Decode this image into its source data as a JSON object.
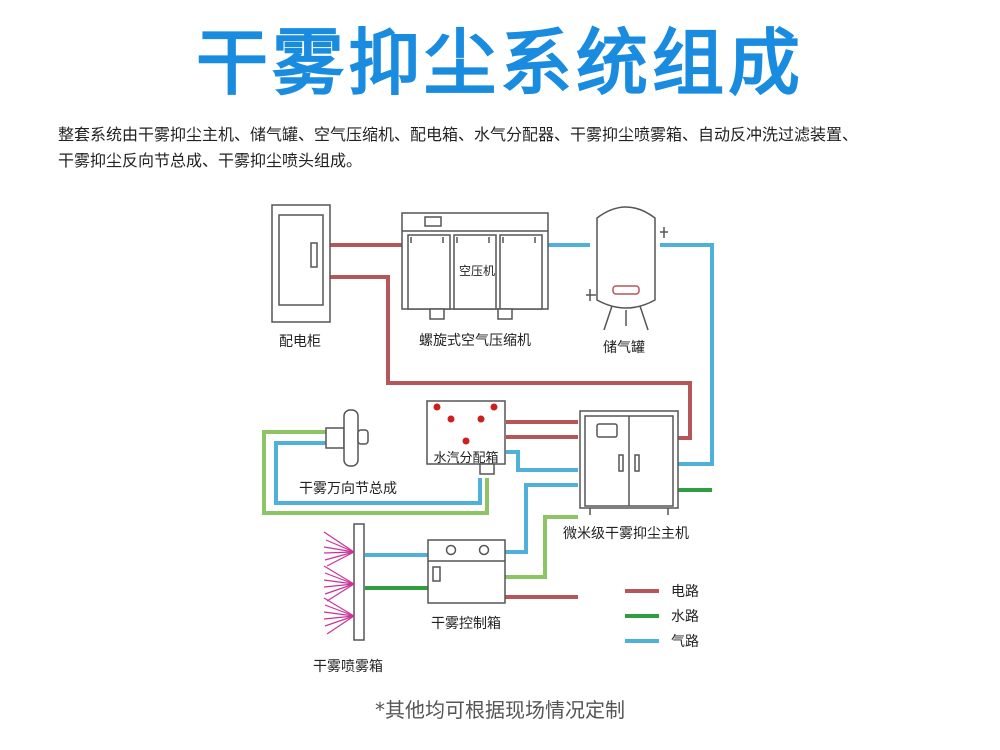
{
  "title": "干雾抑尘系统组成",
  "intro_lines": [
    "整套系统由干雾抑尘主机、储气罐、空气压缩机、配电箱、水气分配器、干雾抑尘喷雾箱、自动反冲洗过滤装置、",
    "干雾抑尘反向节总成、干雾抑尘喷头组成。"
  ],
  "components": {
    "cabinet": "配电柜",
    "compressor": "螺旋式空气压缩机",
    "compressor_badge": "空压机",
    "tank": "储气罐",
    "distributor": "水汽分配箱",
    "universal_joint": "干雾万向节总成",
    "host": "微米级干雾抑尘主机",
    "control_box": "干雾控制箱",
    "spray_box": "干雾喷雾箱"
  },
  "legend": [
    {
      "label": "电路",
      "color": "#b5565a"
    },
    {
      "label": "水路",
      "color": "#2f9e41"
    },
    {
      "label": "气路",
      "color": "#4fb0d9"
    }
  ],
  "colors": {
    "title": "#1a8ce0",
    "power": "#b5565a",
    "water": "#2f9e41",
    "air": "#4fb0d9",
    "water_soft": "#8dc465",
    "outline": "#555555",
    "spray": "#cc3399",
    "valve_red": "#cc1f1f"
  },
  "footnote": "*其他均可根据现场情况定制"
}
